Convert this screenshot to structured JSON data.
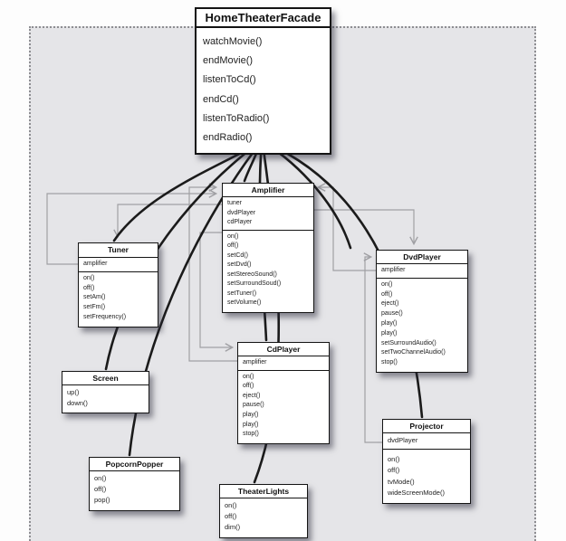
{
  "colors": {
    "canvas": "#e5e5e8",
    "page": "#fdfdfd",
    "box_fill": "#ffffff",
    "box_border": "#141414",
    "facade_link": "#1b1b1b",
    "association_link": "#a0a0a4",
    "dotted_border": "#8d8d91"
  },
  "classes": {
    "facade": {
      "name": "HomeTheaterFacade",
      "methods": [
        "watchMovie()",
        "endMovie()",
        "listenToCd()",
        "endCd()",
        "listenToRadio()",
        "endRadio()"
      ]
    },
    "amplifier": {
      "name": "Amplifier",
      "attributes": [
        "tuner",
        "dvdPlayer",
        "cdPlayer"
      ],
      "methods": [
        "on()",
        "off()",
        "setCd()",
        "setDvd()",
        "setStereoSound()",
        "setSurroundSoud()",
        "setTuner()",
        "setVolume()"
      ]
    },
    "tuner": {
      "name": "Tuner",
      "attributes": [
        "amplifier"
      ],
      "methods": [
        "on()",
        "off()",
        "setAm()",
        "setFm()",
        "setFrequency()"
      ]
    },
    "dvdplayer": {
      "name": "DvdPlayer",
      "attributes": [
        "amplifier"
      ],
      "methods": [
        "on()",
        "off()",
        "eject()",
        "pause()",
        "play()",
        "play()",
        "setSurroundAudio()",
        "setTwoChannelAudio()",
        "stop()"
      ]
    },
    "cdplayer": {
      "name": "CdPlayer",
      "attributes": [
        "amplifier"
      ],
      "methods": [
        "on()",
        "off()",
        "eject()",
        "pause()",
        "play()",
        "play()",
        "stop()"
      ]
    },
    "screen": {
      "name": "Screen",
      "methods": [
        "up()",
        "down()"
      ]
    },
    "projector": {
      "name": "Projector",
      "attributes": [
        "dvdPlayer"
      ],
      "methods": [
        "on()",
        "off()",
        "tvMode()",
        "wideScreenMode()"
      ]
    },
    "popcornpopper": {
      "name": "PopcornPopper",
      "methods": [
        "on()",
        "off()",
        "pop()"
      ]
    },
    "theaterlights": {
      "name": "TheaterLights",
      "methods": [
        "on()",
        "off()",
        "dim()"
      ]
    }
  },
  "relationships": {
    "facade_uses": [
      "Tuner",
      "Screen",
      "PopcornPopper",
      "Amplifier",
      "CdPlayer",
      "TheaterLights",
      "DvdPlayer",
      "Projector"
    ],
    "associations": [
      {
        "from": "Tuner",
        "to": "Amplifier"
      },
      {
        "from": "Amplifier",
        "to": "Tuner"
      },
      {
        "from": "Amplifier",
        "to": "DvdPlayer"
      },
      {
        "from": "DvdPlayer",
        "to": "Amplifier"
      },
      {
        "from": "Amplifier",
        "to": "CdPlayer"
      },
      {
        "from": "CdPlayer",
        "to": "Amplifier"
      },
      {
        "from": "Projector",
        "to": "DvdPlayer"
      }
    ]
  }
}
